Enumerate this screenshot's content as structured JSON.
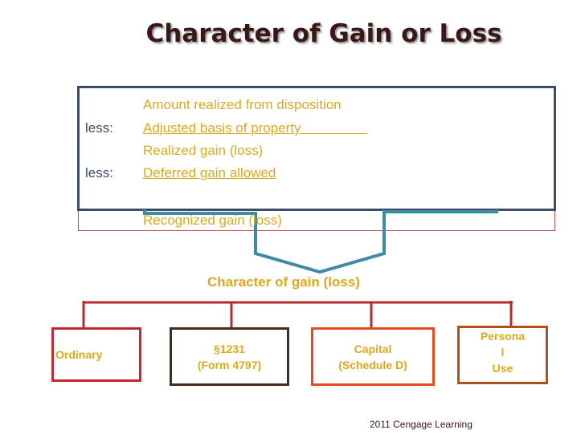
{
  "title": "Character of Gain or Loss",
  "calculation": {
    "lines": [
      {
        "label": "",
        "text": "Amount realized from disposition"
      },
      {
        "label": "less:",
        "text": "Adjusted basis of property"
      },
      {
        "label": "",
        "text": "Realized gain (loss)"
      },
      {
        "label": "less:",
        "text": "Deferred gain allowed"
      },
      {
        "label": "",
        "text": "Recognized gain (loss)"
      }
    ]
  },
  "subtitle": "Character of gain (loss)",
  "categories": [
    {
      "lines": [
        "Ordinary"
      ],
      "color": "#c2282e"
    },
    {
      "lines": [
        "§1231",
        "(Form 4797)"
      ],
      "color": "#4a2a1c"
    },
    {
      "lines": [
        "Capital",
        "(Schedule D)"
      ],
      "color": "#e44b1c"
    },
    {
      "lines": [
        "Persona",
        "l",
        "Use"
      ],
      "color": "#b0501a"
    }
  ],
  "footer": "2011 Cengage Learning",
  "colors": {
    "text_gold": "#dca81b",
    "arrow_teal": "#3e8ca4",
    "tree_red": "#b52b2b"
  }
}
